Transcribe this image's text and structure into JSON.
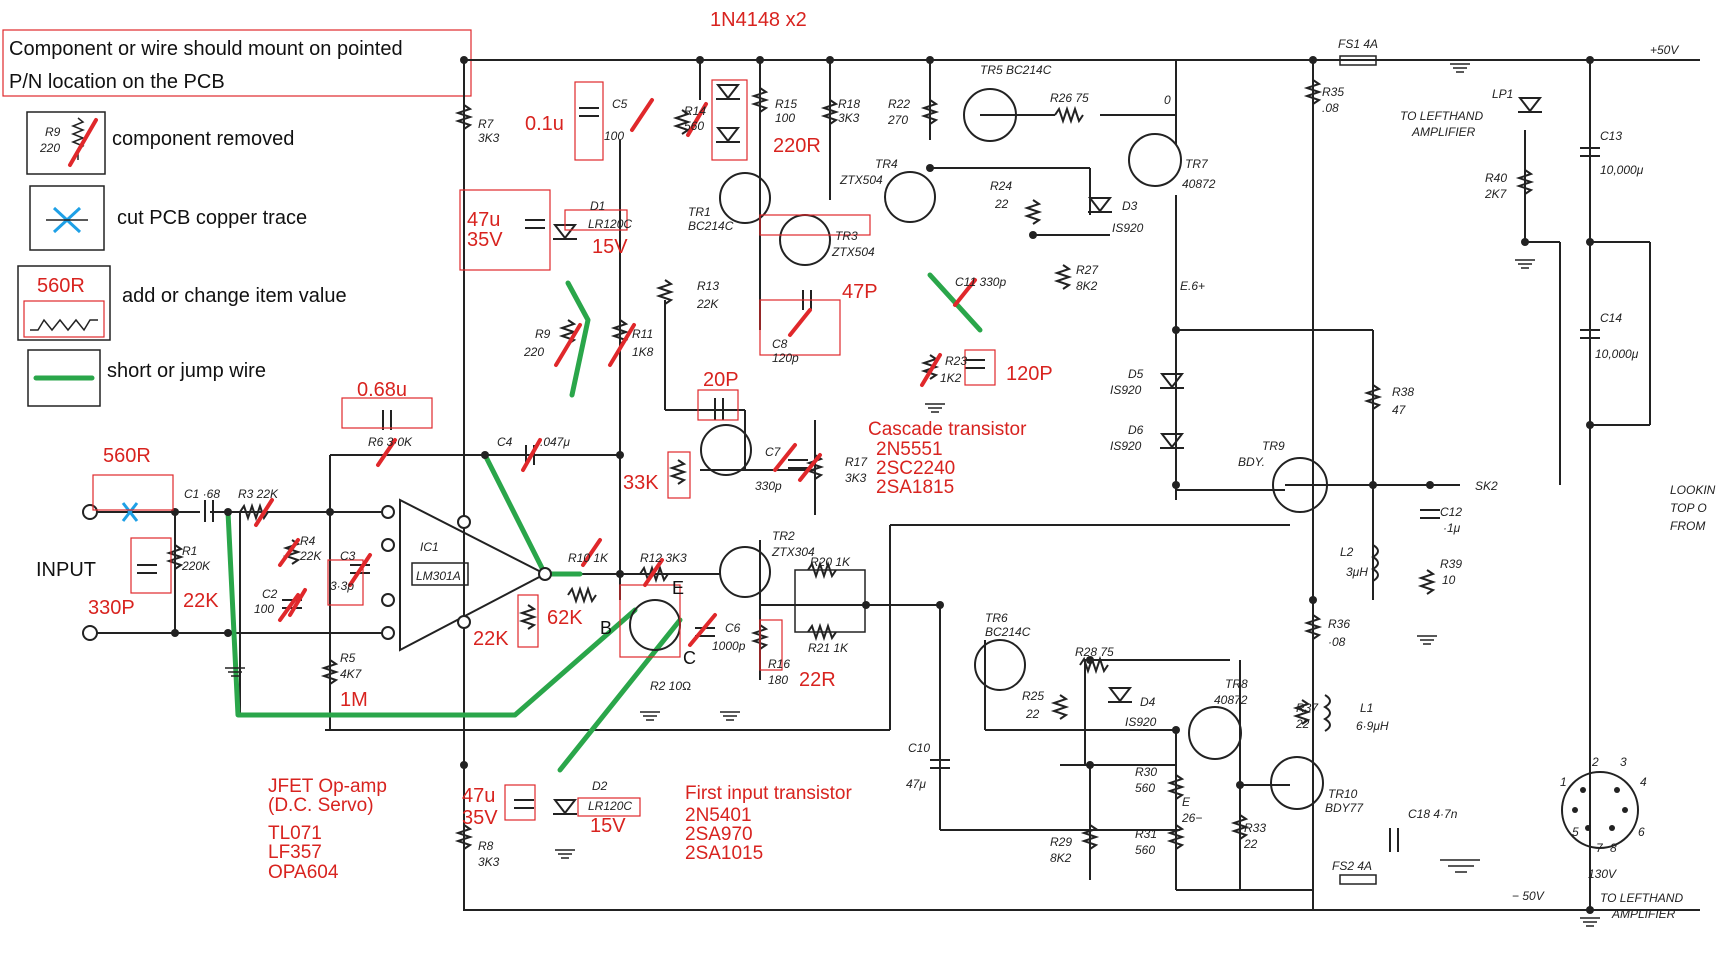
{
  "legend": {
    "mount_note_line1": "Component or wire should mount on pointed",
    "mount_note_line2": "P/N location on the PCB",
    "removed_label": "component removed",
    "removed_icon_ref": "R9",
    "removed_icon_val": "220",
    "cut_label": "cut PCB  copper trace",
    "change_label": "add or change item value",
    "change_icon_val": "560R",
    "jump_label": "short or jump wire"
  },
  "annotations": {
    "diodes_note": "1N4148 x2",
    "c5_cap": "0.1u",
    "r15_val": "220R",
    "cap47u_top_a": "47u",
    "cap47u_top_b": "35V",
    "d1_volt": "15V",
    "c8_new": "47P",
    "c11_new": "120P",
    "r9_new": "0.68u",
    "in_r": "560R",
    "in_c": "330P",
    "r1_new": "22K",
    "tr_cap": "20P",
    "r33k": "33K",
    "cascade_title": "Cascade transistor",
    "cascade_1": "2N5551",
    "cascade_2": "2SC2240",
    "cascade_3": "2SA1815",
    "r10_new": "62K",
    "r22k_new": "22K",
    "r5_new": "1M",
    "r16_new": "22R",
    "node_b": "B",
    "node_c": "C",
    "node_e": "E",
    "first_title": "First input transistor",
    "first_1": "2N5401",
    "first_2": "2SA970",
    "first_3": "2SA1015",
    "opamp_title1": "JFET Op-amp",
    "opamp_title2": "(D.C. Servo)",
    "opamp_1": "TL071",
    "opamp_2": "LF357",
    "opamp_3": "OPA604",
    "cap47u_bot_a": "47u",
    "cap47u_bot_b": "35V",
    "d2_volt": "15V",
    "input_label": "INPUT"
  },
  "schematic_labels": {
    "r7": "R7",
    "r7v": "3K3",
    "c5": "C5",
    "c5v": "100",
    "r14": "R14",
    "r14v": "560",
    "r15": "R15",
    "r15v": "100",
    "r18": "R18",
    "r18v": "3K3",
    "r22": "R22",
    "r22v": "270",
    "tr5": "TR5  BC214C",
    "r26": "R26  75",
    "zero": "0",
    "fs1": "FS1  4A",
    "plus50": "+50V",
    "r35": "R35",
    "r35v": ".08",
    "to_left_top1": "TO  LEFTHAND",
    "to_left_top2": "AMPLIFIER",
    "lp1": "LP1",
    "r40": "R40",
    "r40v": "2K7",
    "c13": "C13",
    "c13v": "10,000μ",
    "tr4": "TR4",
    "tr4t": "ZTX504",
    "tr7": "TR7",
    "tr7t": "40872",
    "r24": "R24",
    "r24v": "22",
    "d3": "D3",
    "d3t": "IS920",
    "d1": "D1",
    "d1t": "LR120C",
    "tr1": "TR1",
    "tr1t": "BC214C",
    "tr3": "TR3",
    "tr3t": "ZTX504",
    "r27": "R27",
    "r27v": "8K2",
    "e6": "E.6+",
    "c11": "C11  330p",
    "r13": "R13",
    "r13v": "22K",
    "c8": "C8",
    "c8v": "120p",
    "c14": "C14",
    "c14v": "10,000μ",
    "r9": "R9",
    "r9v": "220",
    "r11": "R11",
    "r11v": "1K8",
    "r23": "R23",
    "r23v": "1K2",
    "d5": "D5",
    "d5t": "IS920",
    "d6": "D6",
    "d6t": "IS920",
    "r38": "R38",
    "r38v": "47",
    "r6": "R6 3·0K",
    "c4": "C4",
    "c4v": ".047μ",
    "c7": "C7",
    "c7v": "330p",
    "r17": "R17",
    "r17v": "3K3",
    "tr9": "TR9",
    "tr9t": "BDY.",
    "sk2": "SK2",
    "looking1": "LOOKIN",
    "looking2": "TOP  O",
    "looking3": "FROM",
    "c1": "C1 ·68",
    "r3": "R3  22K",
    "ic1": "IC1",
    "ic1t": "LM301A",
    "r1": "R1",
    "r1v": "220K",
    "r4": "R4",
    "r4v": "22K",
    "c3": "C3",
    "c3v": "3·3p",
    "c2": "C2",
    "c2v": "100",
    "r10": "R10  1K",
    "r12": "R12  3K3",
    "tr2": "TR2",
    "tr2t": "ZTX304",
    "r20": "R20  1K",
    "r21": "R21  1K",
    "c12": "C12",
    "c12v": "·1μ",
    "l2": "L2",
    "l2v": "3μH",
    "r39": "R39",
    "r39v": "10",
    "c6": "C6",
    "c6v": "1000p",
    "r16": "R16",
    "r16v": "180",
    "r5": "R5",
    "r5v": "4K7",
    "r2": "R2  10Ω",
    "tr6": "TR6",
    "tr6t": "BC214C",
    "r28": "R28  75",
    "d4": "D4",
    "d4t": "IS920",
    "tr8": "TR8",
    "tr8t": "40872",
    "r36": "R36",
    "r36v": "·08",
    "r25": "R25",
    "r25v": "22",
    "r37": "R37",
    "r37v": "22",
    "l1": "L1",
    "l1v": "6·9μH",
    "c10": "C10",
    "c10v": "47μ",
    "r30": "R30",
    "r30v": "560",
    "tr10": "TR10",
    "tr10t": "BDY77",
    "e26": "E",
    "e26v": "26−",
    "r29": "R29",
    "r29v": "8K2",
    "r31": "R31",
    "r31v": "560",
    "r33": "R33",
    "r33v": "22",
    "c18": "C18  4·7n",
    "fs2": "FS2  4A",
    "minus50": "− 50V",
    "to_left_bot1": "TO  LEFTHAND",
    "to_left_bot2": "AMPLIFIER",
    "d2": "D2",
    "d2t": "LR120C",
    "r8": "R8",
    "r8v": "3K3",
    "din_voltage": "130V",
    "pin2": "2",
    "pin3": "3",
    "pin1": "1",
    "pin4": "4",
    "pin5": "5",
    "pin6": "6",
    "pin7": "7",
    "pin8": "8"
  }
}
